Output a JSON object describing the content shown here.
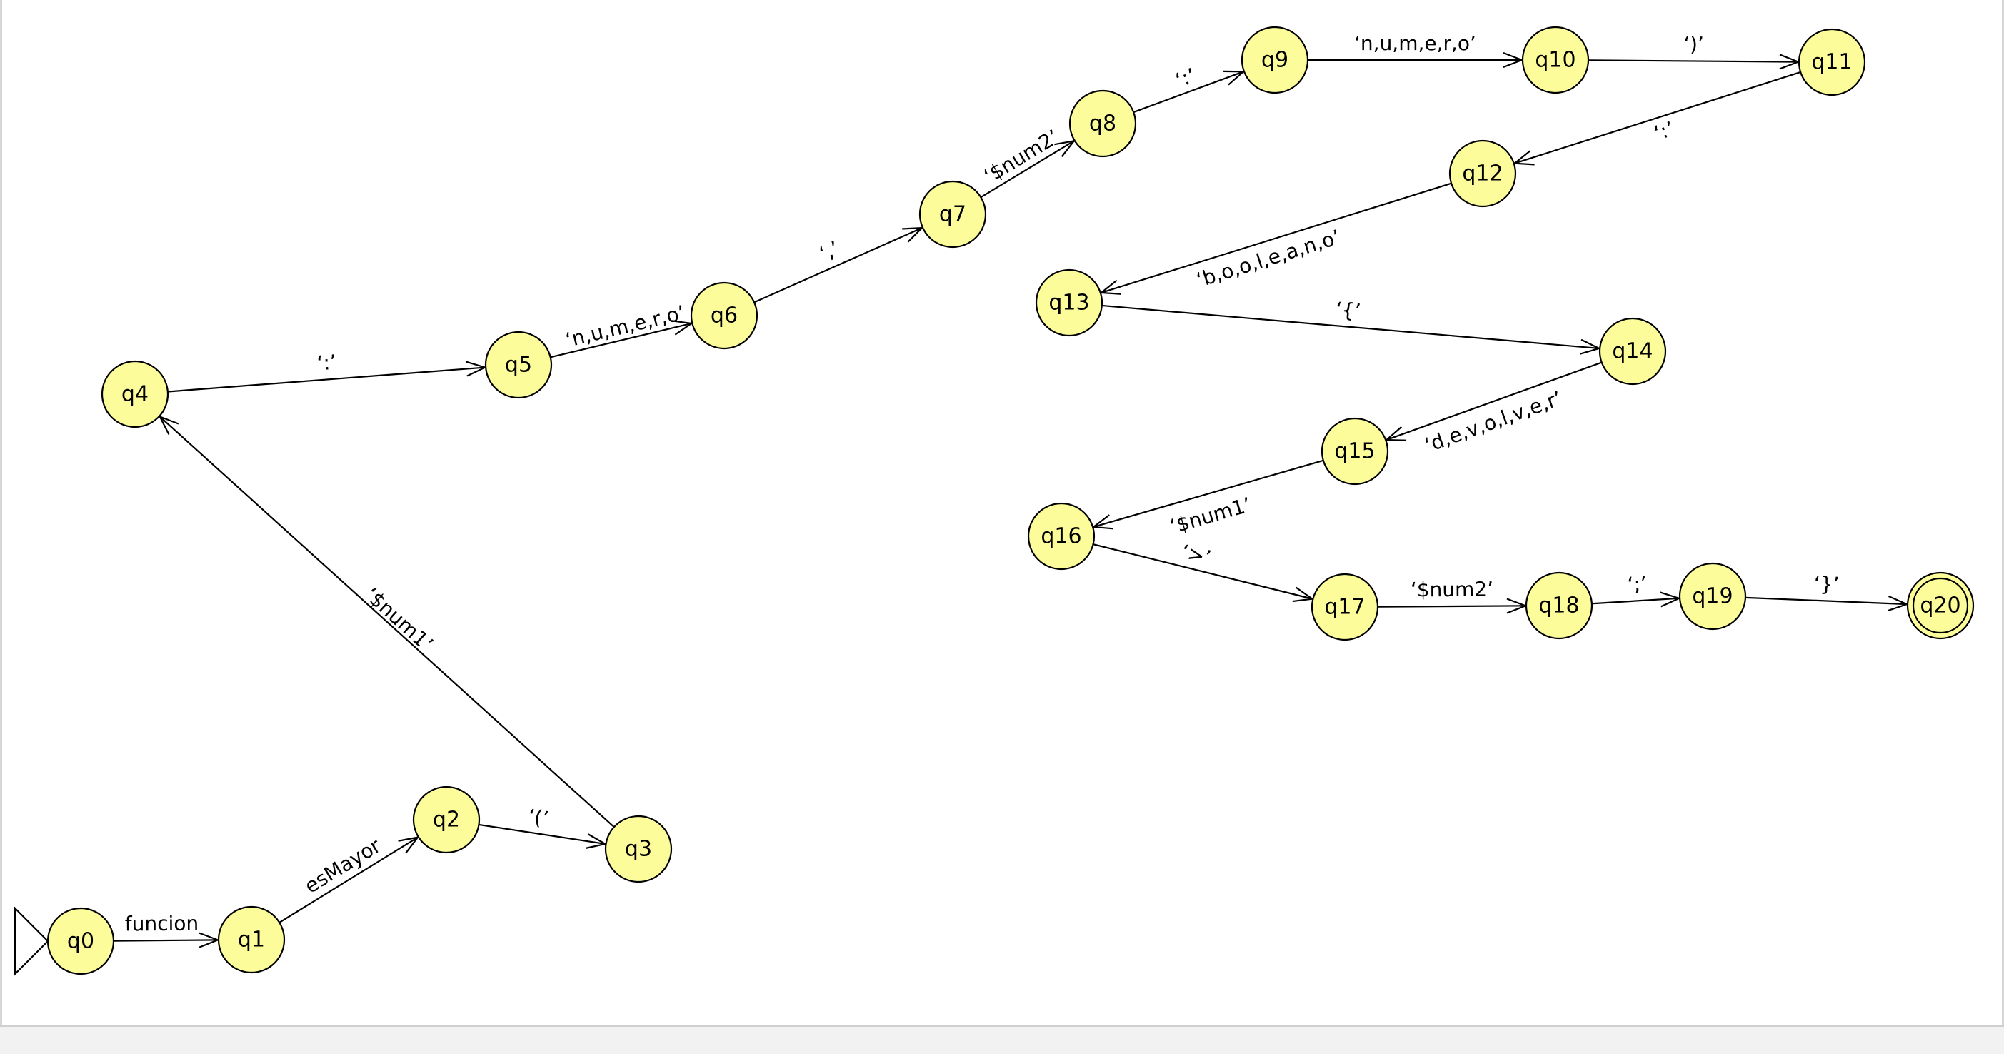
{
  "colors": {
    "state_fill": "#fcfc9a",
    "stroke": "#000000",
    "background": "#ffffff"
  },
  "automaton": {
    "start_state": "q0",
    "final_states": [
      "q20"
    ],
    "states": [
      "q0",
      "q1",
      "q2",
      "q3",
      "q4",
      "q5",
      "q6",
      "q7",
      "q8",
      "q9",
      "q10",
      "q11",
      "q12",
      "q13",
      "q14",
      "q15",
      "q16",
      "q17",
      "q18",
      "q19",
      "q20"
    ],
    "transitions": [
      {
        "from": "q0",
        "to": "q1",
        "label": "funcion"
      },
      {
        "from": "q1",
        "to": "q2",
        "label": "esMayor"
      },
      {
        "from": "q2",
        "to": "q3",
        "label": "‘(’"
      },
      {
        "from": "q3",
        "to": "q4",
        "label": "‘$num1’"
      },
      {
        "from": "q4",
        "to": "q5",
        "label": "‘:’"
      },
      {
        "from": "q5",
        "to": "q6",
        "label": "‘n,u,m,e,r,o’"
      },
      {
        "from": "q6",
        "to": "q7",
        "label": "‘,’"
      },
      {
        "from": "q7",
        "to": "q8",
        "label": "‘$num2’"
      },
      {
        "from": "q8",
        "to": "q9",
        "label": "‘:’"
      },
      {
        "from": "q9",
        "to": "q10",
        "label": "‘n,u,m,e,r,o’"
      },
      {
        "from": "q10",
        "to": "q11",
        "label": "‘)’"
      },
      {
        "from": "q11",
        "to": "q12",
        "label": "‘:’"
      },
      {
        "from": "q12",
        "to": "q13",
        "label": "‘b,o,o,l,e,a,n,o’"
      },
      {
        "from": "q13",
        "to": "q14",
        "label": "‘{’"
      },
      {
        "from": "q14",
        "to": "q15",
        "label": "‘d,e,v,o,l,v,e,r’"
      },
      {
        "from": "q15",
        "to": "q16",
        "label": "‘$num1’"
      },
      {
        "from": "q16",
        "to": "q17",
        "label": "‘>’"
      },
      {
        "from": "q17",
        "to": "q18",
        "label": "‘$num2’"
      },
      {
        "from": "q18",
        "to": "q19",
        "label": "‘;’"
      },
      {
        "from": "q19",
        "to": "q20",
        "label": "‘}’"
      }
    ]
  }
}
